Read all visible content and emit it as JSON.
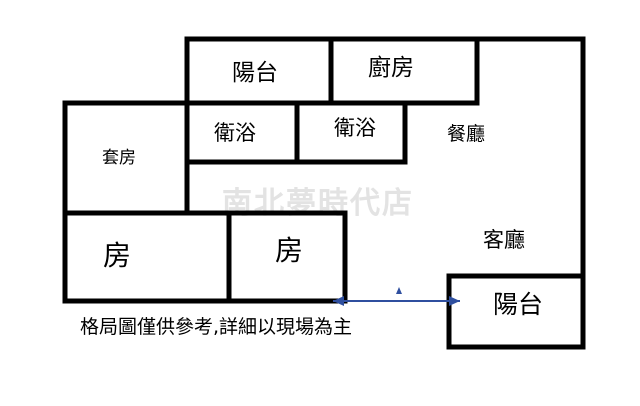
{
  "plan": {
    "rooms": {
      "balcony_top": "陽台",
      "kitchen": "廚房",
      "bath_1": "衛浴",
      "bath_2": "衛浴",
      "dining": "餐廳",
      "suite": "套房",
      "watermark": "南北夢時代店",
      "bedroom_1": "房",
      "bedroom_2": "房",
      "living": "客廳",
      "balcony_bottom": "陽台"
    },
    "disclaimer": "格局圖僅供參考,詳細以現場為主",
    "colors": {
      "walls": "#000000",
      "watermark": "#e3e3e3",
      "door_arrow": "#2f4f9f"
    }
  }
}
